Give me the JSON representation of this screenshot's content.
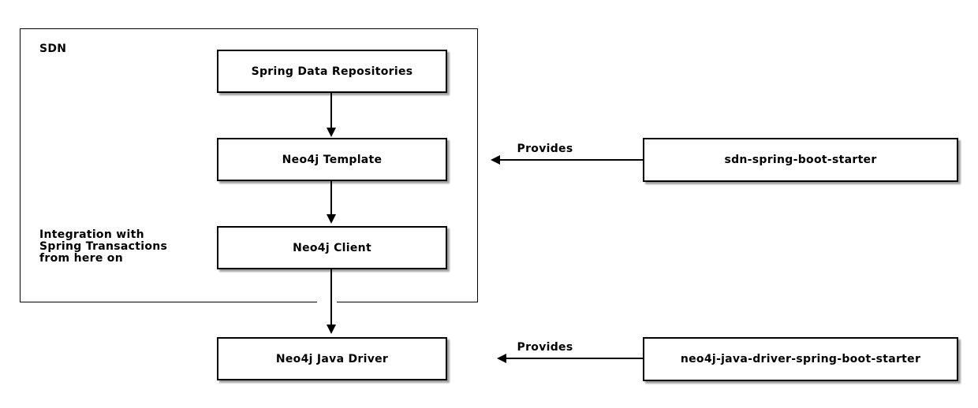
{
  "colors": {
    "background": "#ffffff",
    "line": "#000000",
    "box_fill": "#ffffff",
    "box_shadow": "#9e9e9e"
  },
  "sdn_container": {
    "label": "SDN",
    "note": "Integration with\nSpring Transactions\nfrom here on"
  },
  "nodes": {
    "spring_data_repositories": {
      "label": "Spring Data Repositories"
    },
    "neo4j_template": {
      "label": "Neo4j Template"
    },
    "neo4j_client": {
      "label": "Neo4j Client"
    },
    "neo4j_java_driver": {
      "label": "Neo4j Java Driver"
    },
    "sdn_spring_boot_starter": {
      "label": "sdn-spring-boot-starter"
    },
    "neo4j_java_driver_spring_boot_starter": {
      "label": "neo4j-java-driver-spring-boot-starter"
    }
  },
  "edges": {
    "repositories_to_template": {
      "label": ""
    },
    "template_to_client": {
      "label": ""
    },
    "client_to_java_driver": {
      "label": ""
    },
    "sdn_starter_provides": {
      "label": "Provides"
    },
    "driver_starter_provides": {
      "label": "Provides"
    }
  }
}
